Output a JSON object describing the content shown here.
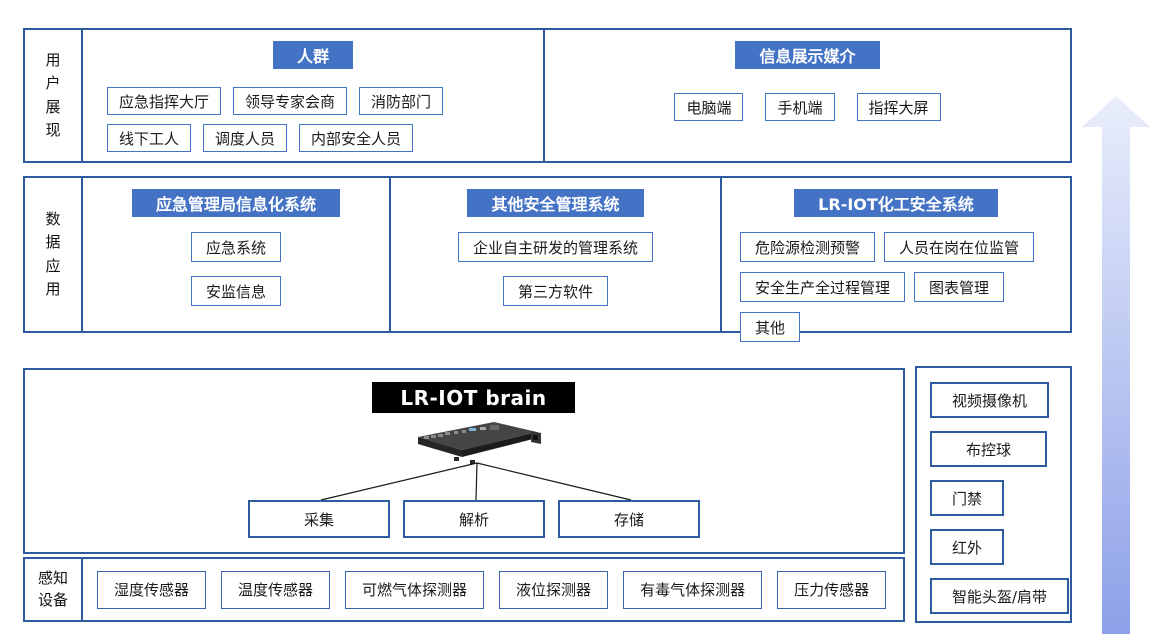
{
  "colors": {
    "header_bg": "#4472c4",
    "container_border": "#2e5b9f",
    "item_border": "#4472c4",
    "brain_bg": "#000000",
    "brain_text": "#ffffff",
    "arrow_gradient_top": "#e9eefb",
    "arrow_gradient_bottom": "#8da0e8"
  },
  "layers": {
    "user_presentation": {
      "label": "用户展现",
      "sections": [
        {
          "header": "人群",
          "rows": [
            [
              "应急指挥大厅",
              "领导专家会商",
              "消防部门"
            ],
            [
              "线下工人",
              "调度人员",
              "内部安全人员"
            ]
          ]
        },
        {
          "header": "信息展示媒介",
          "rows": [
            [
              "电脑端",
              "手机端",
              "指挥大屏"
            ]
          ]
        }
      ]
    },
    "data_application": {
      "label": "数据应用",
      "columns": [
        {
          "header": "应急管理局信息化系统",
          "rows": [
            [
              "应急系统"
            ],
            [
              "安监信息"
            ]
          ]
        },
        {
          "header": "其他安全管理系统",
          "rows": [
            [
              "企业自主研发的管理系统"
            ],
            [
              "第三方软件"
            ]
          ]
        },
        {
          "header": "LR-IOT化工安全系统",
          "rows": [
            [
              "危险源检测预警",
              "人员在岗在位监管"
            ],
            [
              "安全生产全过程管理",
              "图表管理"
            ],
            [
              "其他"
            ]
          ]
        }
      ]
    },
    "platform": {
      "brain_title": "LR-IOT brain",
      "device_icon": "rack-server",
      "functions": [
        "采集",
        "解析",
        "存储"
      ]
    },
    "sensing": {
      "label": "感知设备",
      "items": [
        "湿度传感器",
        "温度传感器",
        "可燃气体探测器",
        "液位探测器",
        "有毒气体探测器",
        "压力传感器"
      ]
    },
    "video_devices": {
      "items": [
        "视频摄像机",
        "布控球",
        "门禁",
        "红外",
        "智能头盔/肩带"
      ]
    }
  },
  "arrow": {
    "direction": "up"
  }
}
